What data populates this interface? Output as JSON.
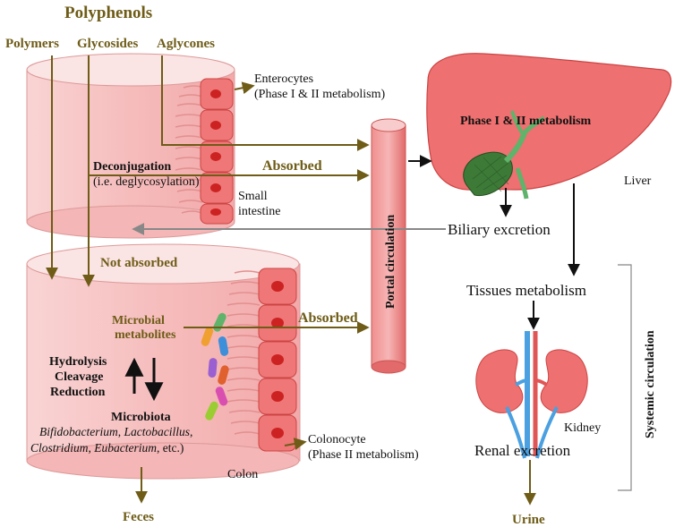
{
  "polyphenols": {
    "title": "Polyphenols",
    "forms": [
      "Polymers",
      "Glycosides",
      "Aglycones"
    ]
  },
  "small_intestine": {
    "enterocytes": [
      "Enterocytes",
      "(Phase I & II metabolism)"
    ],
    "deconjugation": "Deconjugation",
    "deglycosylation": "(i.e. deglycosylation)",
    "absorbed": "Absorbed",
    "label": [
      "Small",
      "intestine"
    ]
  },
  "colon": {
    "not_absorbed": "Not absorbed",
    "microbial_metabolites": [
      "Microbial",
      "metabolites"
    ],
    "absorbed": "Absorbed",
    "processes": [
      "Hydrolysis",
      "Cleavage",
      "Reduction"
    ],
    "microbiota_title": "Microbiota",
    "microbiota_species": [
      {
        "italic": "Bifidobacterium",
        "sep": ", "
      },
      {
        "italic": "Lactobacillus",
        "sep": ","
      },
      {
        "italic": "Clostridium",
        "sep": ", "
      },
      {
        "italic": "Eubacterium",
        "sep": ", etc.)"
      }
    ],
    "colonocyte": [
      "Colonocyte",
      "(Phase II metabolism)"
    ],
    "label": "Colon",
    "feces": "Feces"
  },
  "portal_circulation": "Portal circulation",
  "liver": {
    "phase": "Phase I & II metabolism",
    "label": "Liver",
    "biliary_excretion": "Biliary excretion"
  },
  "systemic": {
    "label": "Systemic circulation",
    "tissues_metabolism": "Tissues metabolism",
    "kidney": "Kidney",
    "renal_excretion": "Renal excretion",
    "urine": "Urine"
  },
  "colors": {
    "olive": "#6e5c17",
    "tissue_pink": "#f4a3a3",
    "cell_red": "#ee6b6b",
    "vessel_red": "#e57373",
    "gallbladder_green": "#3d7a38",
    "bacteria": [
      "#f0a030",
      "#5fb36a",
      "#9a5fd0",
      "#3d8fd9",
      "#e0602e",
      "#9acd32",
      "#d94fb0"
    ]
  }
}
